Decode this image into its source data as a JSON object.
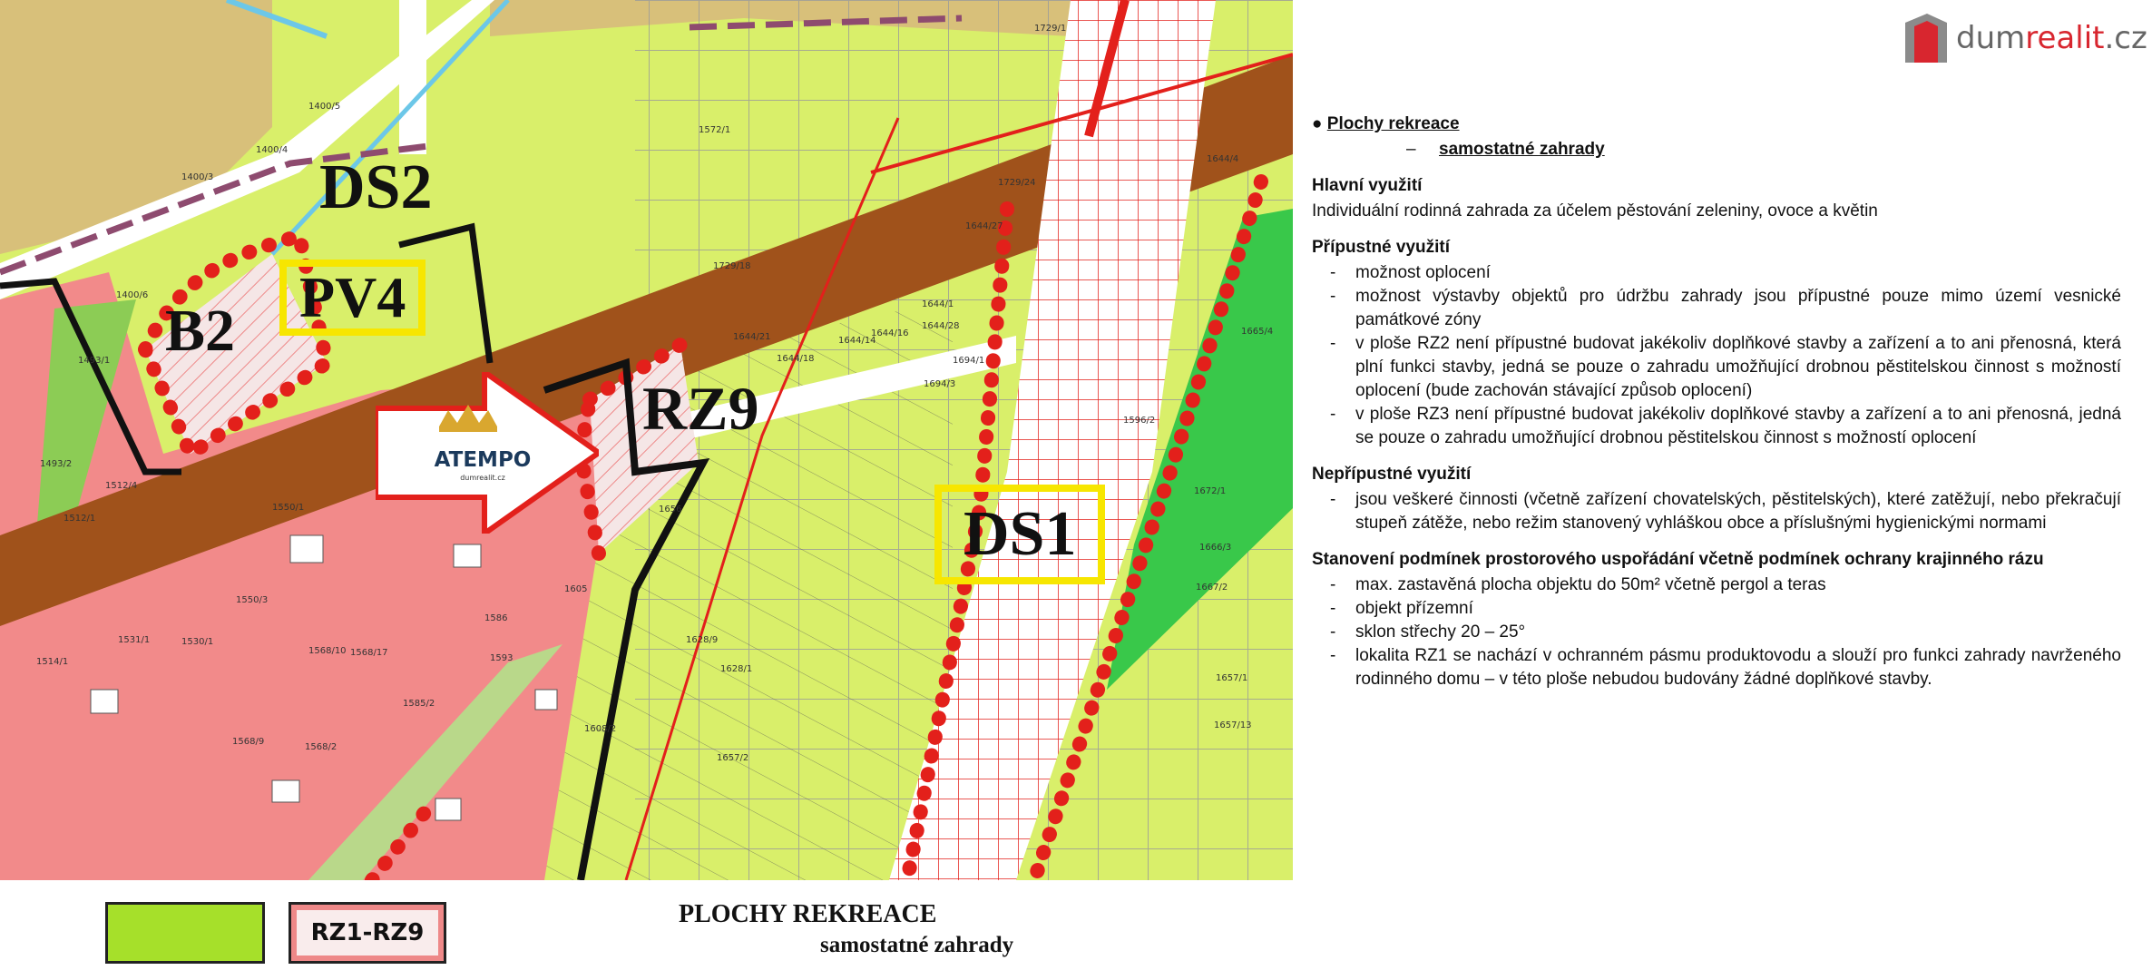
{
  "map": {
    "zones": {
      "ds2": "DS2",
      "pv4": "PV4",
      "b2": "B2",
      "rz9": "RZ9",
      "ds1": "DS1"
    },
    "parcels": [
      "1400/5",
      "1400/4",
      "1400/3",
      "1400/6",
      "1572/1",
      "1729/1",
      "1729/24",
      "1644/4",
      "1644/27",
      "1729/18",
      "1644/1",
      "1644/28",
      "1644/21",
      "1644/14",
      "1644/16",
      "1644/18",
      "1694/1",
      "1694/3",
      "1596/2",
      "1493/1",
      "1493/2",
      "1512/4",
      "1512/1",
      "1550/1",
      "1531/1",
      "1530/1",
      "1550/3",
      "1568/10",
      "1568/17",
      "1585/2",
      "1568/9",
      "1568/2",
      "1514/1",
      "1593",
      "1605",
      "1608/2",
      "1628/9",
      "1628/1",
      "1657/2",
      "1657/13",
      "1657/1",
      "1672/1",
      "1667/2",
      "1665/4",
      "1666/3",
      "1656",
      "1586"
    ],
    "colors": {
      "recreation": "#d9ef6a",
      "residential": "#f28a8a",
      "road": "#a0521b",
      "boundary": "#e3201b",
      "highlight": "#f7e600",
      "green": "#39c84a"
    }
  },
  "watermark": {
    "brand": "ATEMPO",
    "sub": "dumrealit.cz"
  },
  "legend": {
    "swatch_label": "RZ1-RZ9",
    "title": "PLOCHY REKREACE",
    "subtitle": "samostatné zahrady"
  },
  "logo": {
    "part1": "dum",
    "part2": "realit",
    "part3": ".cz"
  },
  "text": {
    "bullet_title": "Plochy rekreace",
    "bullet_subtitle": "samostatné zahrady",
    "subtitle_dash": "–",
    "main_use_heading": "Hlavní využití",
    "main_use_text": "Individuální rodinná zahrada za účelem pěstování zeleniny, ovoce a  květin",
    "allowed_heading": "Přípustné využití",
    "allowed_items": [
      "možnost oplocení",
      "možnost výstavby objektů pro údržbu zahrady jsou přípustné pouze mimo území vesnické památkové zóny",
      "v ploše RZ2 není přípustné budovat jakékoliv doplňkové stavby a zařízení a to ani přenosná, která plní funkci stavby, jedná se pouze o zahradu umožňující drobnou pěstitelskou činnost s možností oplocení (bude zachován stávající způsob oplocení)",
      "v ploše RZ3 není přípustné budovat jakékoliv doplňkové stavby a zařízení a to ani přenosná, jedná se pouze o zahradu umožňující drobnou pěstitelskou činnost s možností oplocení"
    ],
    "forbidden_heading": "Nepřípustné využití",
    "forbidden_items": [
      "jsou veškeré činnosti (včetně zařízení chovatelských, pěstitelských), které zatěžují, nebo překračují stupeň zátěže, nebo režim stanovený vyhláškou obce a příslušnými hygienickými normami"
    ],
    "conditions_heading": "Stanovení podmínek prostorového uspořádání včetně podmínek ochrany krajinného rázu",
    "conditions_items": [
      "max. zastavěná plocha objektu do 50m² včetně pergol a teras",
      "objekt přízemní",
      "sklon střechy 20 – 25°",
      "lokalita  RZ1 se nachází v ochranném pásmu produktovodu a slouží pro funkci zahrady navrženého rodinného domu – v této ploše nebudou budovány žádné doplňkové stavby."
    ]
  }
}
